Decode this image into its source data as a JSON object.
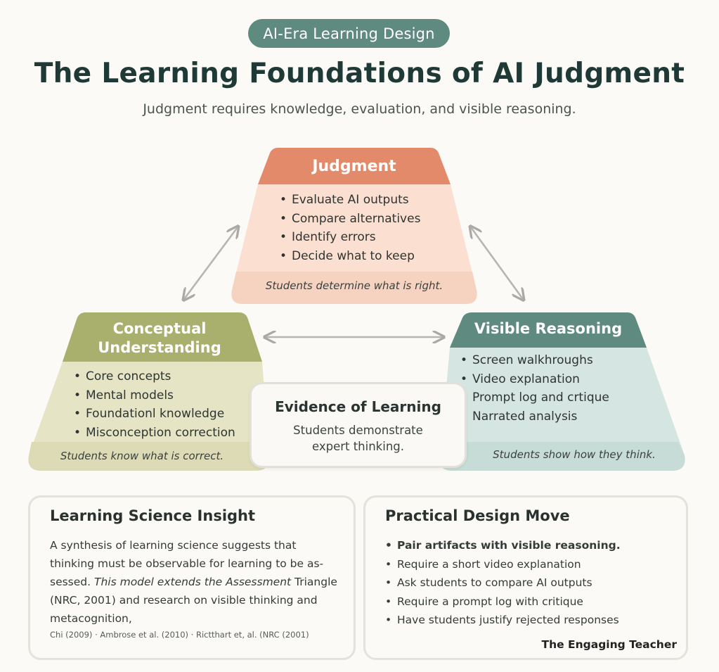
{
  "header": {
    "badge": "AI-Era Learning Design",
    "title": "The Learning Foundations of AI Judgment",
    "subtitle": "Judgment requires knowledge, evaluation, and visible reasoning."
  },
  "colors": {
    "judgment_top": "#e38a6a",
    "judgment_body": "#fbdfd0",
    "conceptual_top": "#a9b06e",
    "conceptual_body": "#e5e4c4",
    "reasoning_top": "#5e8a80",
    "reasoning_body": "#d5e6e2"
  },
  "judgment": {
    "title": "Judgment",
    "items": [
      "Evaluate AI outputs",
      "Compare alternatives",
      "Identify errors",
      "Decide what to keep"
    ],
    "footer": "Students determine what is right."
  },
  "conceptual": {
    "title_line1": "Conceptual",
    "title_line2": "Understanding",
    "items": [
      "Core concepts",
      "Mental models",
      "Foundationl knowledge",
      "Misconception correction"
    ],
    "footer": "Students know what is correct."
  },
  "reasoning": {
    "title": "Visible Reasoning",
    "items_bulleted": [
      "Screen walkhroughs",
      "Video explanation"
    ],
    "items_plain": [
      "Prompt log and crtique",
      "Narrated analysis"
    ],
    "footer": "Students show how they think."
  },
  "evidence": {
    "title": "Evidence of Learning",
    "text": "Students demonstrate expert thinking."
  },
  "insight": {
    "title": "Learning Science Insight",
    "text_plain": "A synthesis of learning science suggests  that thinking must be observable for learning to be as-sessed. ",
    "text_italic": "This model extends the Assessment",
    "text_rest": " Triangle (NRC, 2001) and research on visible thinking and metacognition,",
    "citation": "Chi (2009) · Ambrose et al. (2010) · Rictthart et, al. (NRC (2001)"
  },
  "design_move": {
    "title": "Practical Design Move",
    "items": [
      "Pair artifacts with visible reasoning.",
      "Require a short video explanation",
      "Ask students to compare AI outputs",
      "Require a prompt log with critique",
      "Have students justify rejected responses"
    ]
  },
  "brand": "The Engaging Teacher"
}
